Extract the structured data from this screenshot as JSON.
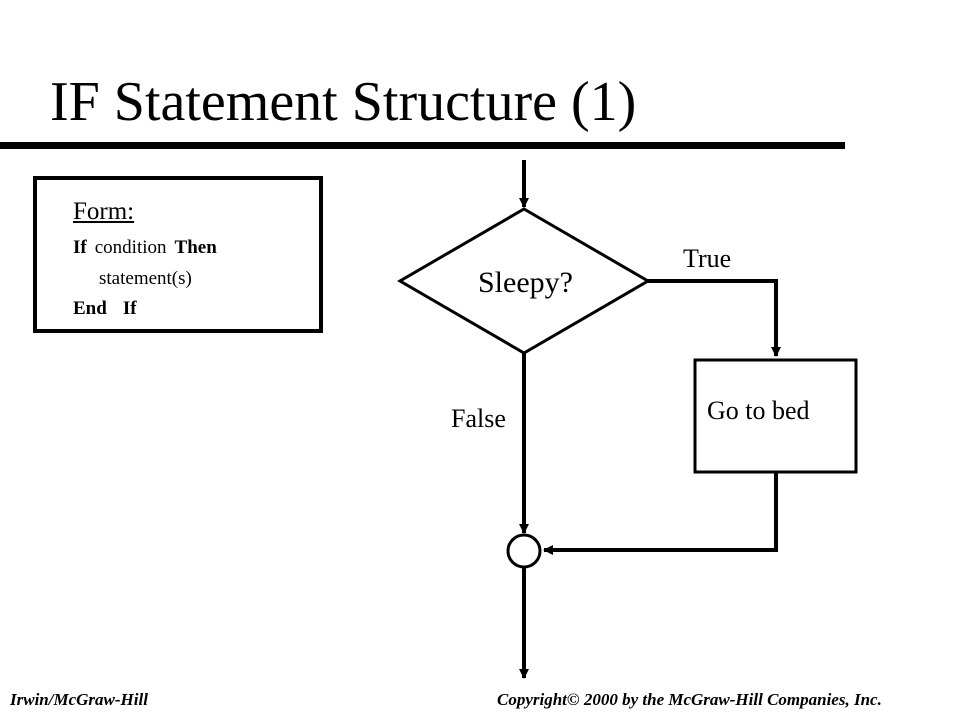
{
  "title": "IF Statement Structure (1)",
  "form": {
    "heading": "Form:",
    "line1": {
      "kw1": "If",
      "text": "condition",
      "kw2": "Then"
    },
    "line2": "statement(s)",
    "line3": {
      "kw1": "End",
      "kw2": "If"
    }
  },
  "flowchart": {
    "decision": "Sleepy?",
    "true_label": "True",
    "false_label": "False",
    "process": "Go to bed"
  },
  "footer": {
    "left": "Irwin/McGraw-Hill",
    "right": "Copyright© 2000 by the McGraw-Hill Companies, Inc."
  }
}
